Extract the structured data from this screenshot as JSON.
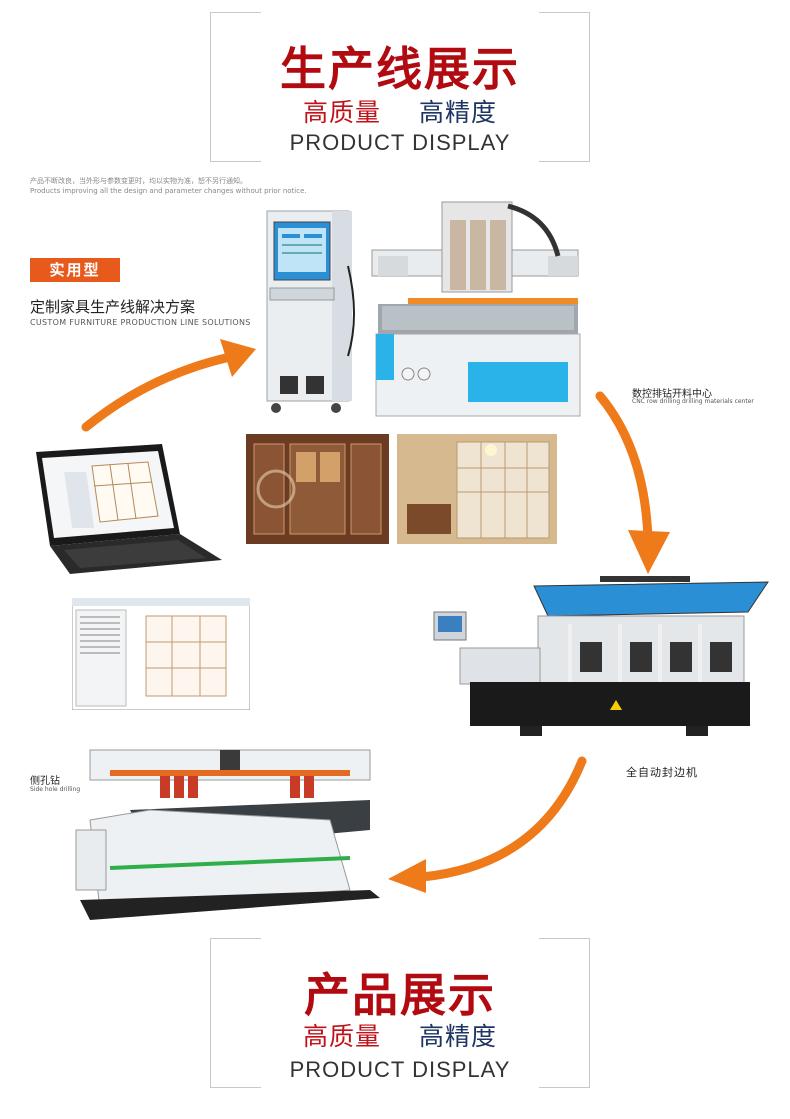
{
  "top_header": {
    "title": "生产线展示",
    "sub_left": "高质量",
    "sub_right": "高精度",
    "en": "PRODUCT DISPLAY"
  },
  "notice": {
    "line1": "产品不断改良，当外形与参数变更时，均以实物为准，恕不另行通知。",
    "line2": "Products improving all the design and parameter changes without prior notice."
  },
  "solution": {
    "badge": "实用型",
    "title_cn": "定制家具生产线解决方案",
    "title_en": "CUSTOM FURNITURE PRODUCTION LINE SOLUTIONS"
  },
  "machines": {
    "cnc_cn": "数控排钻开料中心",
    "cnc_en": "CNC row drilling drilling materials center",
    "edge_cn": "全自动封边机",
    "side_cn": "侧孔钻",
    "side_en": "Side hole drilling"
  },
  "bottom_header": {
    "title": "产品展示",
    "sub_left": "高质量",
    "sub_right": "高精度",
    "en": "PRODUCT DISPLAY"
  },
  "colors": {
    "title_red": "#b10a10",
    "sub_red": "#c0121a",
    "sub_navy": "#1e3563",
    "arrow_orange": "#ee7a1a",
    "badge_orange": "#e75a1c"
  }
}
